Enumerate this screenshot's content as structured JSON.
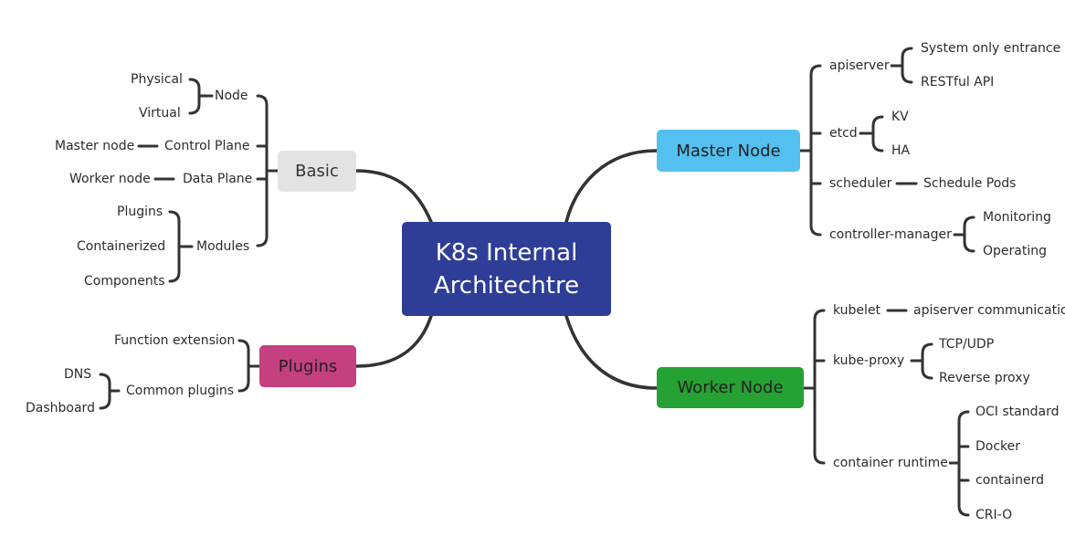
{
  "central": {
    "title": "K8s Internal\nArchitechtre",
    "color": "#2e3d96"
  },
  "basic": {
    "label": "Basic",
    "color": "#e3e3e3",
    "node": {
      "label": "Node",
      "children": [
        "Physical",
        "Virtual"
      ]
    },
    "control_plane": {
      "label": "Control Plane",
      "child": "Master node"
    },
    "data_plane": {
      "label": "Data Plane",
      "child": "Worker node"
    },
    "modules": {
      "label": "Modules",
      "children": [
        "Plugins",
        "Containerized",
        "Components"
      ]
    }
  },
  "plugins": {
    "label": "Plugins",
    "color": "#c4407e",
    "function_extension": "Function extension",
    "common_plugins": {
      "label": "Common plugins",
      "children": [
        "DNS",
        "Dashboard"
      ]
    }
  },
  "master": {
    "label": "Master Node",
    "color": "#54c0ef",
    "apiserver": {
      "label": "apiserver",
      "children": [
        "System only entrance",
        "RESTful API"
      ]
    },
    "etcd": {
      "label": "etcd",
      "children": [
        "KV",
        "HA"
      ]
    },
    "scheduler": {
      "label": "scheduler",
      "child": "Schedule Pods"
    },
    "controller_manager": {
      "label": "controller-manager",
      "children": [
        "Monitoring",
        "Operating"
      ]
    }
  },
  "worker": {
    "label": "Worker Node",
    "color": "#26a133",
    "kubelet": {
      "label": "kubelet",
      "child": "apiserver communication"
    },
    "kube_proxy": {
      "label": "kube-proxy",
      "children": [
        "TCP/UDP",
        "Reverse proxy"
      ]
    },
    "container_runtime": {
      "label": "container runtime",
      "children": [
        "OCI standard",
        "Docker",
        "containerd",
        "CRI-O"
      ]
    }
  }
}
